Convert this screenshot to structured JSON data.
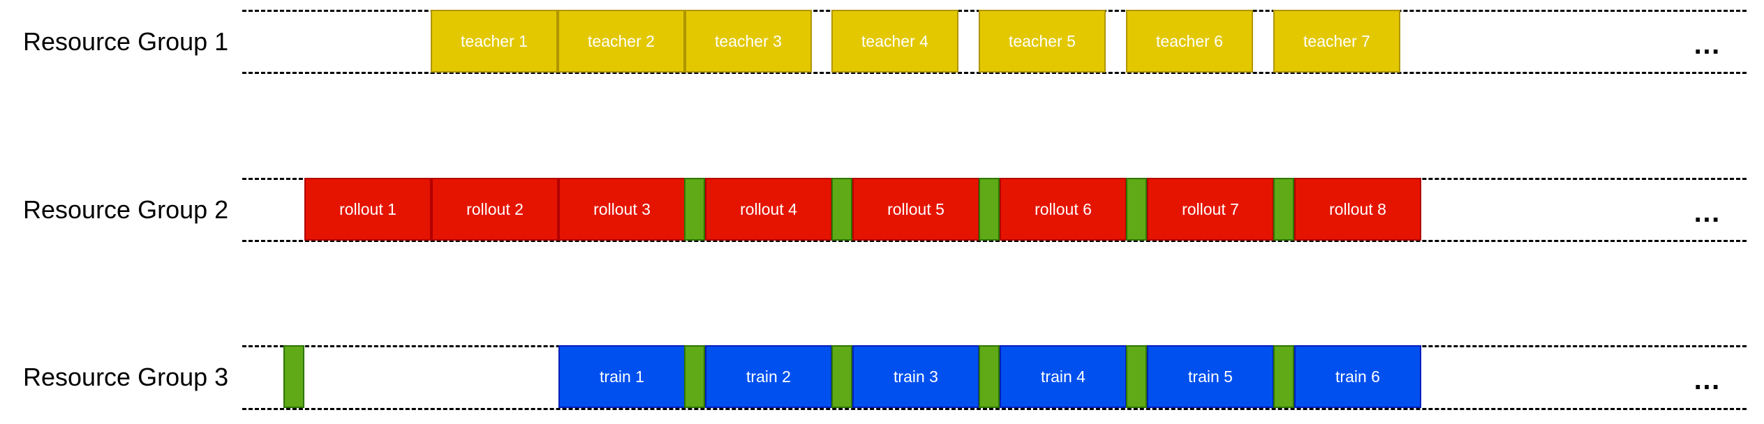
{
  "colors": {
    "teacher": "#e3c800",
    "rollout": "#e51400",
    "train": "#0050ef",
    "sync": "#60a917"
  },
  "ellipsis": "…",
  "groups": [
    {
      "label": "Resource Group 1",
      "blocks": [
        "teacher 1",
        "teacher 2",
        "teacher 3",
        "teacher 4",
        "teacher 5",
        "teacher 6",
        "teacher 7"
      ]
    },
    {
      "label": "Resource Group 2",
      "blocks": [
        "rollout 1",
        "rollout 2",
        "rollout 3",
        "rollout 4",
        "rollout 5",
        "rollout 6",
        "rollout 7",
        "rollout 8"
      ]
    },
    {
      "label": "Resource Group 3",
      "blocks": [
        "train 1",
        "train 2",
        "train 3",
        "train 4",
        "train 5",
        "train 6"
      ]
    }
  ]
}
